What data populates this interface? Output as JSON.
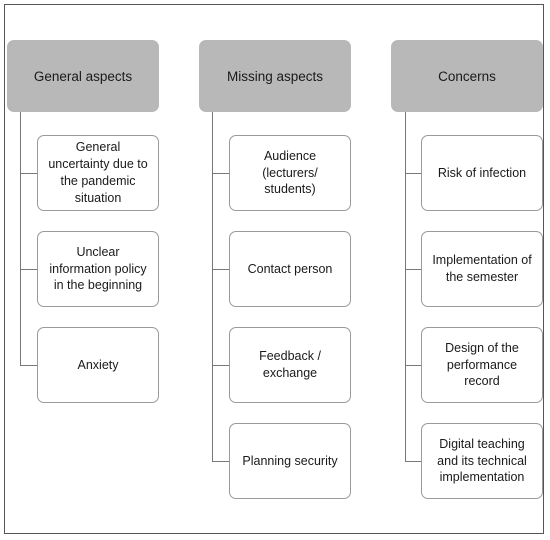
{
  "columns": [
    {
      "header": "General aspects",
      "items": [
        "General uncertainty due to the pandemic situation",
        "Unclear information policy in the beginning",
        "Anxiety"
      ]
    },
    {
      "header": "Missing aspects",
      "items": [
        "Audience (lecturers/ students)",
        "Contact person",
        "Feedback / exchange",
        "Planning security"
      ]
    },
    {
      "header": "Concerns",
      "items": [
        "Risk of infection",
        "Implementation of the semester",
        "Design of the performance record",
        "Digital teaching and its technical implementation"
      ]
    }
  ]
}
